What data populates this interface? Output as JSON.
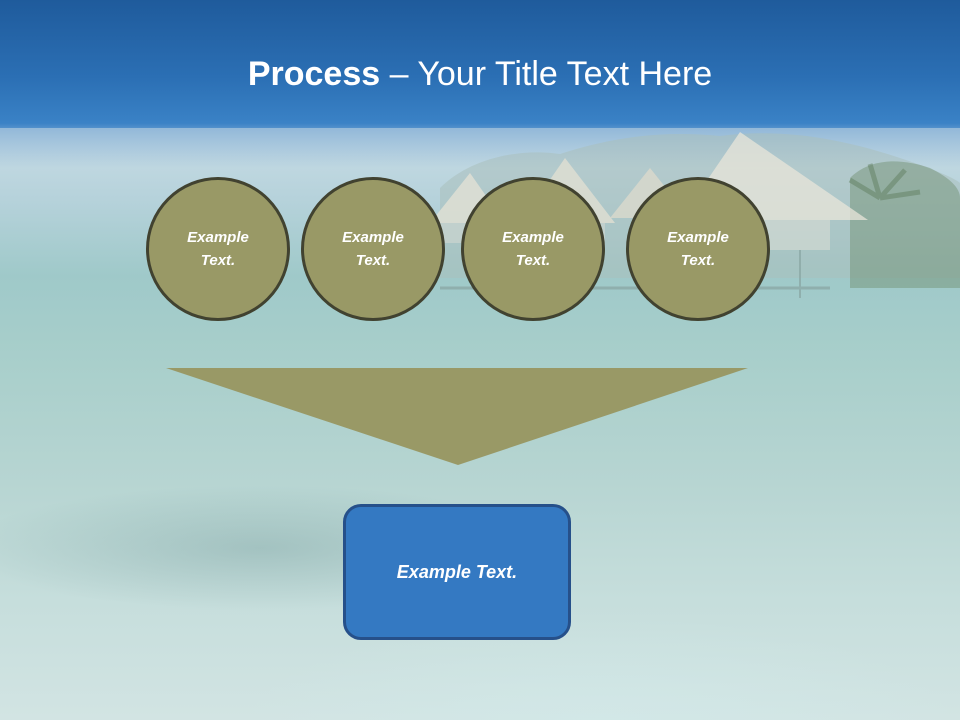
{
  "title": {
    "bold": "Process",
    "rest": " – Your Title Text Here"
  },
  "circles": [
    {
      "label": "Example Text."
    },
    {
      "label": "Example Text."
    },
    {
      "label": "Example Text."
    },
    {
      "label": "Example Text."
    }
  ],
  "result": {
    "label": "Example Text."
  },
  "colors": {
    "circle_fill": "#999966",
    "circle_border": "#414230",
    "box_fill": "#3479c2",
    "box_border": "#26508a",
    "sky": "#2b6fb4"
  }
}
